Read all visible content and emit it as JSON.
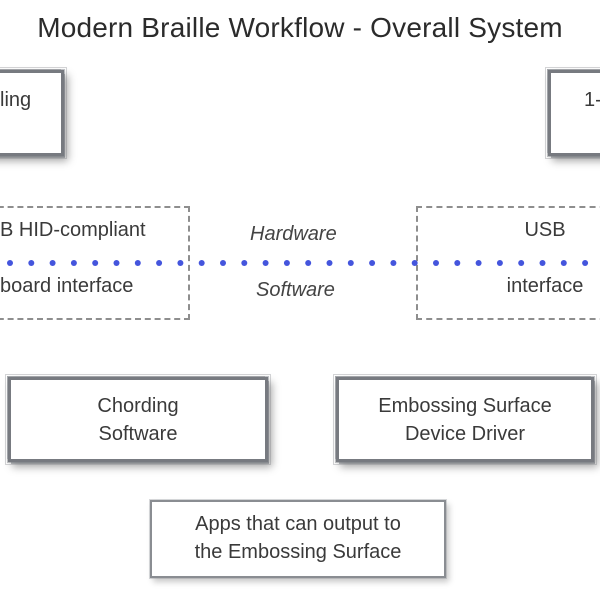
{
  "title": "Modern Braille Workflow - Overall System",
  "boxes": {
    "top_left_partial": "ling",
    "top_right_partial": "1-",
    "hid_interface": {
      "line1": "B HID-compliant",
      "line2": "board interface"
    },
    "usb_interface": {
      "line1": "USB",
      "line2": "interface"
    },
    "chording_software": {
      "line1": "Chording",
      "line2": "Software"
    },
    "device_driver": {
      "line1": "Embossing Surface",
      "line2": "Device Driver"
    },
    "apps": {
      "line1": "Apps that can output to",
      "line2": "the Embossing Surface"
    }
  },
  "divider": {
    "upper_label": "Hardware",
    "lower_label": "Software",
    "dot_color": "#4455dd"
  }
}
